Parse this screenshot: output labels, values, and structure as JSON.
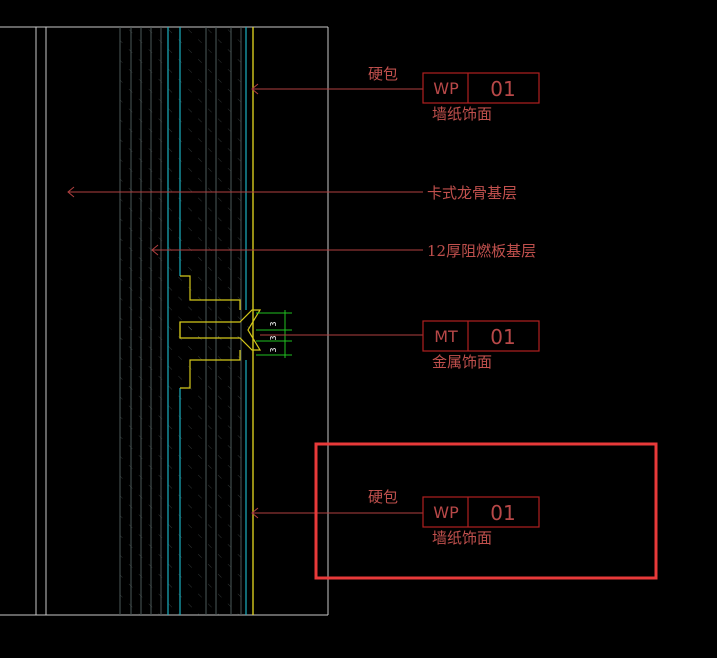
{
  "colors": {
    "background": "#000000",
    "wall_lines": "#c8c8c8",
    "hatch": "#6e8080",
    "cyan": "#1ab0c0",
    "yellow": "#e6d91f",
    "leader": "#b04040",
    "tag_box": "#b02020",
    "dimension": "#20c020",
    "highlight": "#e83a3a"
  },
  "callouts": [
    {
      "note": "硬包",
      "code": "WP",
      "num": "01",
      "desc": "墙纸饰面"
    },
    {
      "note": "卡式龙骨基层"
    },
    {
      "note": "12厚阻燃板基层"
    },
    {
      "code": "MT",
      "num": "01",
      "desc": "金属饰面"
    },
    {
      "note": "硬包",
      "code": "WP",
      "num": "01",
      "desc": "墙纸饰面"
    }
  ],
  "dimensions": [
    "3",
    "3",
    "3"
  ]
}
